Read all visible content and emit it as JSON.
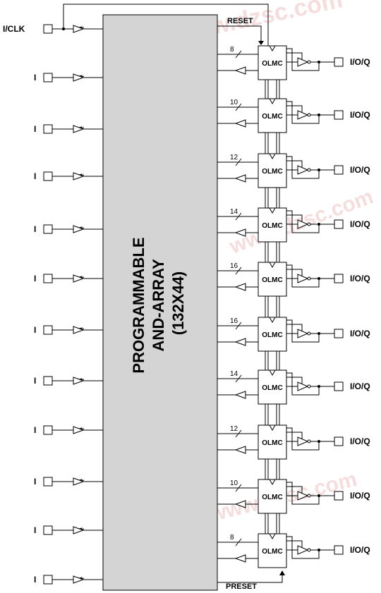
{
  "clock_input_label": "I/CLK",
  "input_label": "I",
  "io_label": "I/O/Q",
  "olmc_label": "OLMC",
  "reset_label": "RESET",
  "preset_label": "PRESET",
  "array_lines": [
    "PROGRAMMABLE",
    "AND-ARRAY",
    "(132X44)"
  ],
  "product_terms": [
    "8",
    "10",
    "12",
    "14",
    "16",
    "16",
    "14",
    "12",
    "10",
    "8"
  ],
  "input_count": 11,
  "watermark_texts": [
    "www.dzsc.com",
    "www.dzsc.com",
    "www.dzsc.com"
  ],
  "colors": {
    "array_fill": "#d4d4d4",
    "line": "#000000"
  }
}
